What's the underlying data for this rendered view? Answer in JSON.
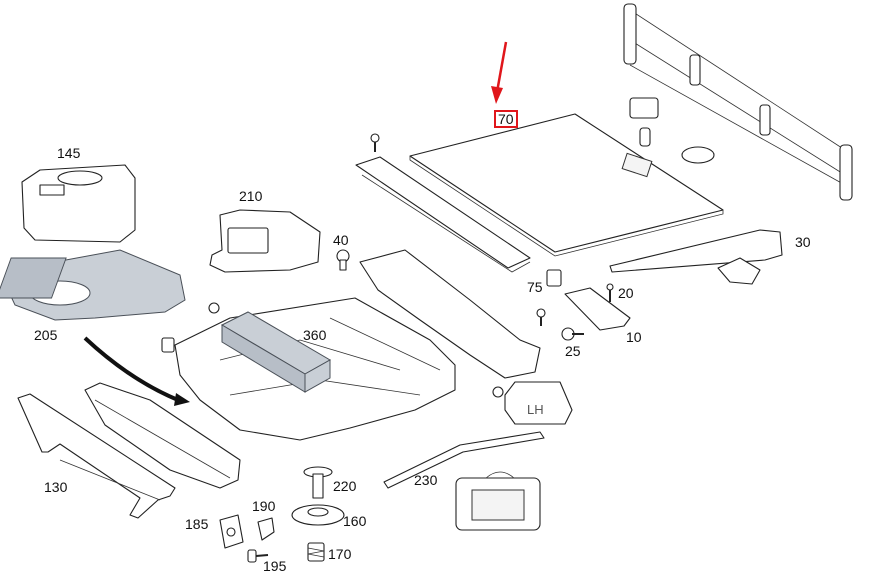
{
  "callouts": [
    {
      "id": "70",
      "text": "70",
      "highlight": true
    },
    {
      "id": "145",
      "text": "145"
    },
    {
      "id": "210",
      "text": "210"
    },
    {
      "id": "40",
      "text": "40"
    },
    {
      "id": "30",
      "text": "30"
    },
    {
      "id": "75",
      "text": "75"
    },
    {
      "id": "20",
      "text": "20"
    },
    {
      "id": "205",
      "text": "205"
    },
    {
      "id": "360",
      "text": "360"
    },
    {
      "id": "25",
      "text": "25"
    },
    {
      "id": "10",
      "text": "10"
    },
    {
      "id": "130",
      "text": "130"
    },
    {
      "id": "230",
      "text": "230"
    },
    {
      "id": "220",
      "text": "220"
    },
    {
      "id": "190",
      "text": "190"
    },
    {
      "id": "185",
      "text": "185"
    },
    {
      "id": "160",
      "text": "160"
    },
    {
      "id": "170",
      "text": "170"
    },
    {
      "id": "195",
      "text": "195"
    }
  ],
  "colors": {
    "highlight": "#e0161b",
    "line": "#222222",
    "part_fill_grey": "#c9cfd6"
  },
  "markings": {
    "toolbox_label": "LH"
  }
}
